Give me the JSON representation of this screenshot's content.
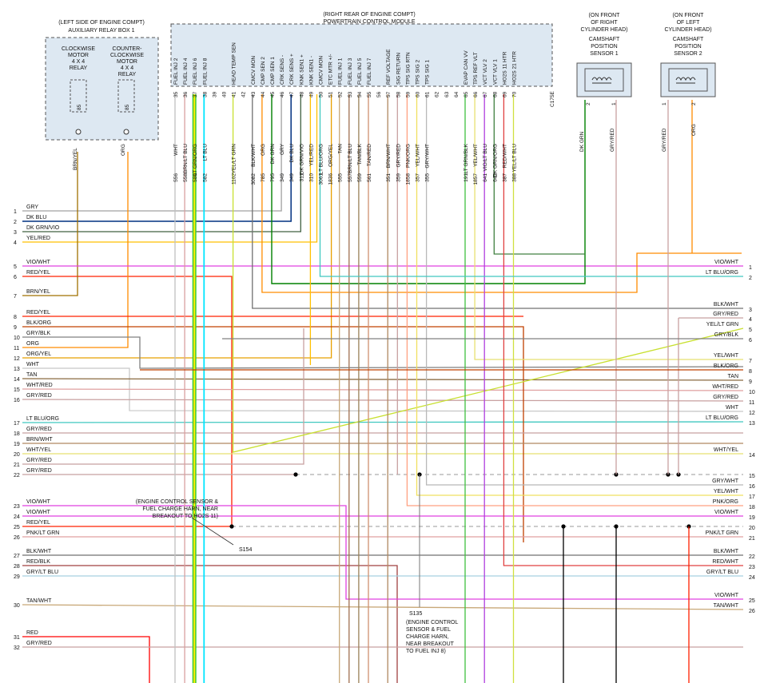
{
  "relay_box": {
    "heading_1": "(LEFT SIDE OF ENGINE COMPT)",
    "heading_2": "AUXILIARY RELAY BOX 1",
    "relay_cw": [
      "CLOCKWISE",
      "MOTOR",
      "4 X 4",
      "RELAY"
    ],
    "relay_ccw": [
      "COUNTER-",
      "CLOCKWISE",
      "MOTOR",
      "4 X 4",
      "RELAY"
    ],
    "pin_cw": "85",
    "pin_ccw": "85",
    "wire_cw": "BRN/YEL",
    "wire_ccw": "ORG"
  },
  "pcm": {
    "heading_1": "(RIGHT REAR OF ENGINE COMPT)",
    "heading_2": "POWERTRAIN CONTROL MODULE",
    "pins": [
      {
        "pin": "35",
        "func": "FUEL INJ 2",
        "wire": "WHT",
        "circ": "556",
        "color": "#c0c0c0"
      },
      {
        "pin": "36",
        "func": "FUEL INJ 4",
        "wire": "BRN/LT BLU",
        "circ": "558",
        "color": "#d8a0a0"
      },
      {
        "pin": "37",
        "func": "FUEL INJ 6",
        "wire": "LT GRN/ORG",
        "circ": "580",
        "color": "#3cc83c"
      },
      {
        "pin": "38",
        "func": "FUEL INJ 8",
        "wire": "LT BLU",
        "circ": "582",
        "color": "#00e5ff"
      },
      {
        "pin": "39",
        "func": "",
        "wire": "",
        "circ": "",
        "color": ""
      },
      {
        "pin": "40",
        "func": "",
        "wire": "",
        "circ": "",
        "color": ""
      },
      {
        "pin": "41",
        "func": "HEAD TEMP SEN",
        "wire": "YEL/LT GRN",
        "circ": "1102",
        "color": "#c8e030"
      },
      {
        "pin": "42",
        "func": "",
        "wire": "",
        "circ": "",
        "color": ""
      },
      {
        "pin": "43",
        "func": "CMCV MON",
        "wire": "BLK/WHT",
        "circ": "3082",
        "color": "#707070"
      },
      {
        "pin": "44",
        "func": "CMP SEN 2",
        "wire": "ORG",
        "circ": "785",
        "color": "#ff8c00"
      },
      {
        "pin": "45",
        "func": "CMP SEN 1",
        "wire": "DK GRN",
        "circ": "795",
        "color": "#008000"
      },
      {
        "pin": "46",
        "func": "CRK SENS -",
        "wire": "GRY",
        "circ": "349",
        "color": "#a0a0a0"
      },
      {
        "pin": "47",
        "func": "CRK SENS +",
        "wire": "DK BLU",
        "circ": "349",
        "color": "#003080"
      },
      {
        "pin": "48",
        "func": "KNK SEN1 +",
        "wire": "DK GRN/VIO",
        "circ": "311",
        "color": "#406040"
      },
      {
        "pin": "49",
        "func": "KNK SEN1 -",
        "wire": "YEL/RED",
        "circ": "310",
        "color": "#ffc000"
      },
      {
        "pin": "50",
        "func": "CMCV MON",
        "wire": "LT BLU/ORG",
        "circ": "3061",
        "color": "#40c8c0"
      },
      {
        "pin": "51",
        "func": "ETC MTR +/-",
        "wire": "ORG/YEL",
        "circ": "1836",
        "color": "#e8a000"
      },
      {
        "pin": "52",
        "func": "FUEL INJ 1",
        "wire": "TAN",
        "circ": "555",
        "color": "#c8a878"
      },
      {
        "pin": "53",
        "func": "FUEL INJ 3",
        "wire": "BRN/LT BLU",
        "circ": "557",
        "color": "#a07050"
      },
      {
        "pin": "54",
        "func": "FUEL INJ 5",
        "wire": "TAN/BLK",
        "circ": "559",
        "color": "#9a8058"
      },
      {
        "pin": "55",
        "func": "FUEL INJ 7",
        "wire": "TAN/RED",
        "circ": "561",
        "color": "#d09070"
      },
      {
        "pin": "56",
        "func": "",
        "wire": "",
        "circ": "",
        "color": ""
      },
      {
        "pin": "57",
        "func": "REF VOLTAGE",
        "wire": "BRN/WHT",
        "circ": "351",
        "color": "#b08860"
      },
      {
        "pin": "58",
        "func": "SIG RETURN",
        "wire": "GRY/RED",
        "circ": "359",
        "color": "#c8a0a0"
      },
      {
        "pin": "59",
        "func": "TPS SIG RTN",
        "wire": "PNK/ORG",
        "circ": "1858",
        "color": "#ffa080"
      },
      {
        "pin": "60",
        "func": "TPS SIG 2",
        "wire": "YEL/WHT",
        "circ": "357",
        "color": "#f0e060"
      },
      {
        "pin": "61",
        "func": "TPS SIG 1",
        "wire": "GRY/WHT",
        "circ": "355",
        "color": "#b8b8b8"
      },
      {
        "pin": "62",
        "func": "",
        "wire": "",
        "circ": "",
        "color": ""
      },
      {
        "pin": "63",
        "func": "",
        "wire": "",
        "circ": "",
        "color": ""
      },
      {
        "pin": "64",
        "func": "",
        "wire": "",
        "circ": "",
        "color": ""
      },
      {
        "pin": "65",
        "func": "EVAP CAN VV",
        "wire": "LT GRN/BLK",
        "circ": "191",
        "color": "#40c040"
      },
      {
        "pin": "66",
        "func": "TPS REF VLT",
        "wire": "YEL/WHT",
        "circ": "1857",
        "color": "#e8e070"
      },
      {
        "pin": "67",
        "func": "VCT VLV 2",
        "wire": "VIO/LT BLU",
        "circ": "641",
        "color": "#b040e0"
      },
      {
        "pin": "68",
        "func": "VCT VLV 1",
        "wire": "DK GRN/ORG",
        "circ": "642",
        "color": "#408040"
      },
      {
        "pin": "69",
        "func": "HO2S 11 HTR",
        "wire": "RED/WHT",
        "circ": "387",
        "color": "#e04040"
      },
      {
        "pin": "70",
        "func": "HO2S 21 HTR",
        "wire": "YEL/LT BLU",
        "circ": "388",
        "color": "#d0e040"
      }
    ],
    "code": "C175E"
  },
  "cmp1": {
    "heading": [
      "(ON FRONT",
      "OF RIGHT",
      "CYLINDER HEAD)"
    ],
    "name": [
      "CAMSHAFT",
      "POSITION",
      "SENSOR 1"
    ],
    "pins": [
      "2",
      "1"
    ],
    "wires": [
      "DK GRN",
      "GRY/RED"
    ]
  },
  "cmp2": {
    "heading": [
      "(ON FRONT",
      "OF LEFT",
      "CYLINDER HEAD)"
    ],
    "name": [
      "CAMSHAFT",
      "POSITION",
      "SENSOR 2"
    ],
    "pins": [
      "1",
      "2"
    ],
    "wires": [
      "GRY/RED",
      "ORG"
    ]
  },
  "left_wires": [
    {
      "n": "1",
      "label": "GRY",
      "color": "#a0a0a0"
    },
    {
      "n": "2",
      "label": "DK BLU",
      "color": "#003080"
    },
    {
      "n": "3",
      "label": "DK GRN/VIO",
      "color": "#406040"
    },
    {
      "n": "4",
      "label": "YEL/RED",
      "color": "#ffc000"
    },
    {
      "n": "5",
      "label": "VIO/WHT",
      "color": "#e040e0"
    },
    {
      "n": "6",
      "label": "RED/YEL",
      "color": "#ff2000"
    },
    {
      "n": "7",
      "label": "BRN/YEL",
      "color": "#a07000"
    },
    {
      "n": "8",
      "label": "RED/YEL",
      "color": "#ff2000"
    },
    {
      "n": "9",
      "label": "BLK/ORG",
      "color": "#c04000"
    },
    {
      "n": "10",
      "label": "GRY/BLK",
      "color": "#808080"
    },
    {
      "n": "11",
      "label": "ORG",
      "color": "#ff8c00"
    },
    {
      "n": "12",
      "label": "ORG/YEL",
      "color": "#e8a000"
    },
    {
      "n": "13",
      "label": "WHT",
      "color": "#c8c8c8"
    },
    {
      "n": "14",
      "label": "TAN",
      "color": "#8a6a40"
    },
    {
      "n": "15",
      "label": "WHT/RED",
      "color": "#e0a0a0"
    },
    {
      "n": "16",
      "label": "GRY/RED",
      "color": "#c8a0a0"
    },
    {
      "n": "17",
      "label": "LT BLU/ORG",
      "color": "#40c8c0"
    },
    {
      "n": "18",
      "label": "GRY/RED",
      "color": "#c8a0a0"
    },
    {
      "n": "19",
      "label": "BRN/WHT",
      "color": "#b08860"
    },
    {
      "n": "20",
      "label": "WHT/YEL",
      "color": "#e8e070"
    },
    {
      "n": "21",
      "label": "GRY/RED",
      "color": "#c8a0a0"
    },
    {
      "n": "22",
      "label": "GRY/RED",
      "color": "#c8a0a0"
    },
    {
      "n": "23",
      "label": "VIO/WHT",
      "color": "#e040e0"
    },
    {
      "n": "24",
      "label": "VIO/WHT",
      "color": "#e040e0"
    },
    {
      "n": "25",
      "label": "RED/YEL",
      "color": "#ff2000"
    },
    {
      "n": "26",
      "label": "PNK/LT GRN",
      "color": "#e0a0a0"
    },
    {
      "n": "27",
      "label": "BLK/WHT",
      "color": "#707070"
    },
    {
      "n": "28",
      "label": "RED/BLK",
      "color": "#a04040"
    },
    {
      "n": "29",
      "label": "GRY/LT BLU",
      "color": "#a8d0e0"
    },
    {
      "n": "30",
      "label": "TAN/WHT",
      "color": "#c8a878"
    },
    {
      "n": "31",
      "label": "RED",
      "color": "#ff0000"
    },
    {
      "n": "32",
      "label": "GRY/RED",
      "color": "#c8a0a0"
    }
  ],
  "right_wires": [
    {
      "n": "1",
      "label": "VIO/WHT",
      "color": "#e040e0"
    },
    {
      "n": "2",
      "label": "LT BLU/ORG",
      "color": "#40c8c0"
    },
    {
      "n": "3",
      "label": "BLK/WHT",
      "color": "#707070"
    },
    {
      "n": "4",
      "label": "GRY/RED",
      "color": "#c8a0a0"
    },
    {
      "n": "5",
      "label": "YEL/LT GRN",
      "color": "#c8e030"
    },
    {
      "n": "6",
      "label": "GRY/BLK",
      "color": "#808080"
    },
    {
      "n": "7",
      "label": "YEL/WHT",
      "color": "#e8e070"
    },
    {
      "n": "8",
      "label": "BLK/ORG",
      "color": "#c04000"
    },
    {
      "n": "9",
      "label": "TAN",
      "color": "#8a6a40"
    },
    {
      "n": "10",
      "label": "WHT/RED",
      "color": "#e0a0a0"
    },
    {
      "n": "11",
      "label": "GRY/RED",
      "color": "#c8a0a0"
    },
    {
      "n": "12",
      "label": "WHT",
      "color": "#c8c8c8"
    },
    {
      "n": "13",
      "label": "LT BLU/ORG",
      "color": "#40c8c0"
    },
    {
      "n": "14",
      "label": "WHT/YEL",
      "color": "#e8e070"
    },
    {
      "n": "15",
      "label": "",
      "color": "#999999"
    },
    {
      "n": "16",
      "label": "GRY/WHT",
      "color": "#b8b8b8"
    },
    {
      "n": "17",
      "label": "YEL/WHT",
      "color": "#f0e060"
    },
    {
      "n": "18",
      "label": "PNK/ORG",
      "color": "#ffa080"
    },
    {
      "n": "19",
      "label": "VIO/WHT",
      "color": "#e040e0"
    },
    {
      "n": "20",
      "label": "",
      "color": "#999999"
    },
    {
      "n": "21",
      "label": "PNK/LT GRN",
      "color": "#e0a0a0"
    },
    {
      "n": "22",
      "label": "BLK/WHT",
      "color": "#707070"
    },
    {
      "n": "23",
      "label": "RED/WHT",
      "color": "#e04040"
    },
    {
      "n": "24",
      "label": "GRY/LT BLU",
      "color": "#a8d0e0"
    },
    {
      "n": "25",
      "label": "VIO/WHT",
      "color": "#e040e0"
    },
    {
      "n": "26",
      "label": "TAN/WHT",
      "color": "#c8a878"
    }
  ],
  "splices": {
    "s154_note": [
      "(ENGINE CONTROL SENSOR &",
      "FUEL CHARGE HARN, NEAR",
      "BREAKOUT TO HO2S 11)"
    ],
    "s154": "S154",
    "s135": "S135",
    "s135_note": [
      "(ENGINE CONTROL",
      "SENSOR & FUEL",
      "CHARGE HARN,",
      "NEAR BREAKOUT",
      "TO FUEL INJ 8)"
    ]
  }
}
